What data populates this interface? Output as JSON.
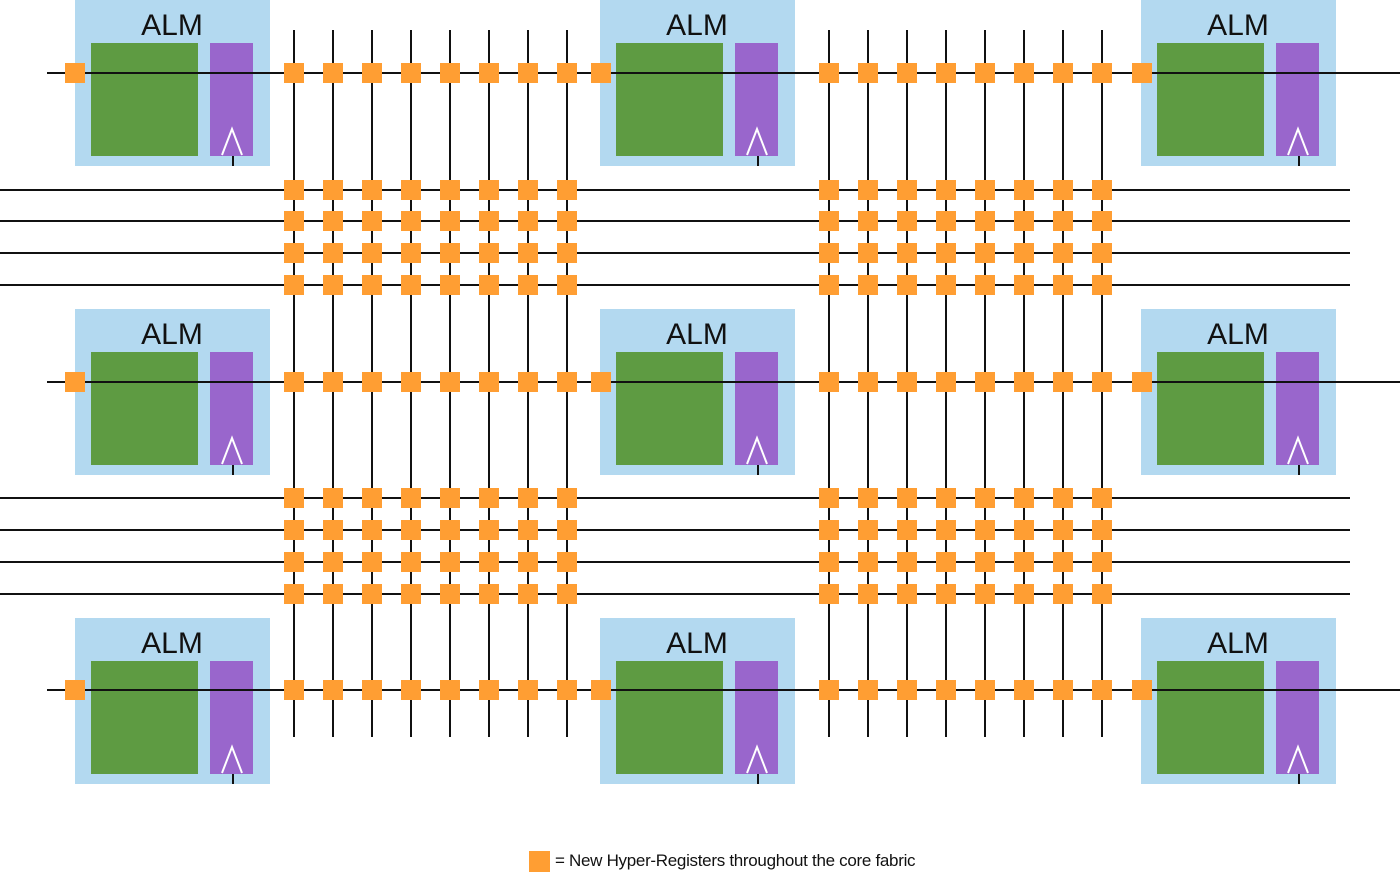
{
  "colors": {
    "alm_bg": "#b3d9f0",
    "lut": "#5e9b42",
    "register": "#9966cc",
    "hyper_register": "#ff9e33",
    "wire": "#111111"
  },
  "alm": {
    "label": "ALM",
    "rows": 3,
    "columns": 3
  },
  "routing": {
    "vertical_wires_per_channel": 8,
    "horizontal_wires_per_channel": 4
  },
  "legend": {
    "icon": "hyper-register-square",
    "text": "= New Hyper-Registers throughout the core fabric"
  }
}
